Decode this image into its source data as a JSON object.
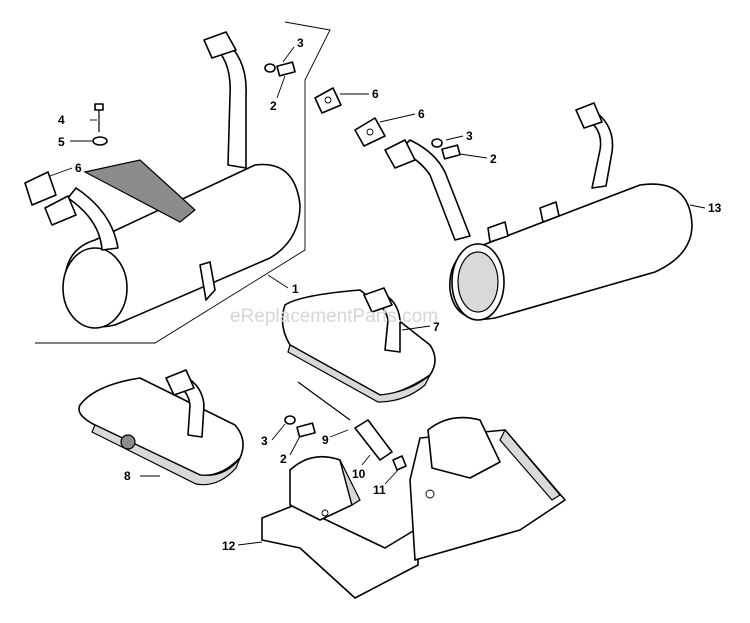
{
  "watermark": "eReplacementParts.com",
  "callouts": {
    "c1": "1",
    "c2a": "2",
    "c2b": "2",
    "c2c": "2",
    "c3a": "3",
    "c3b": "3",
    "c3c": "3",
    "c4": "4",
    "c5": "5",
    "c6a": "6",
    "c6b": "6",
    "c6c": "6",
    "c7": "7",
    "c8": "8",
    "c9": "9",
    "c10": "10",
    "c11": "11",
    "c12": "12",
    "c13": "13"
  }
}
